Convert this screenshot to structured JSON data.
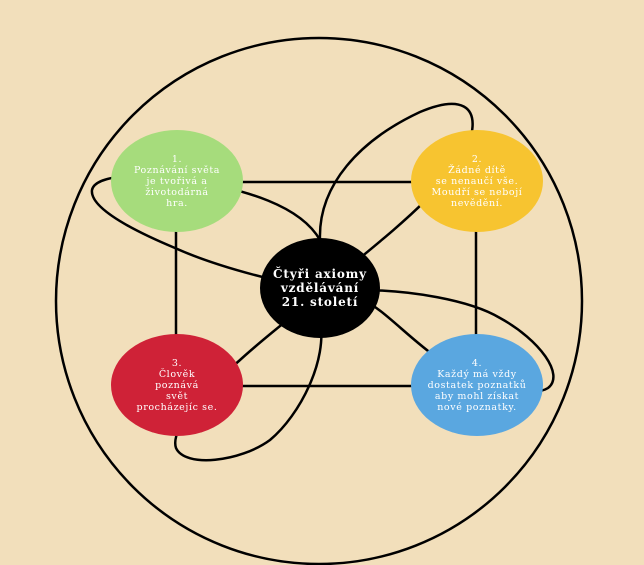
{
  "colors": {
    "background": "#f2dfbb",
    "line": "#000000",
    "center": "#000000",
    "node1": "#a6dc7c",
    "node2": "#f7c430",
    "node3": "#cf2237",
    "node4": "#5aa7e0",
    "text": "#ffffff"
  },
  "center": {
    "line1": "Čtyři axiomy",
    "line2": "vzdělávání",
    "line3": "21. století"
  },
  "nodes": [
    {
      "number": "1.",
      "lines": [
        "Poznávání světa",
        "je tvořivá a",
        "životodárná",
        "hra."
      ]
    },
    {
      "number": "2.",
      "lines": [
        "Žádné dítě",
        "se nenaučí vše.",
        "Moudří se nebojí",
        "nevědění."
      ]
    },
    {
      "number": "3.",
      "lines": [
        "Člověk",
        "poznává",
        "svět",
        "procházejíc se."
      ]
    },
    {
      "number": "4.",
      "lines": [
        "Každý má vždy",
        "dostatek poznatků",
        "aby mohl získat",
        "nové poznatky."
      ]
    }
  ]
}
